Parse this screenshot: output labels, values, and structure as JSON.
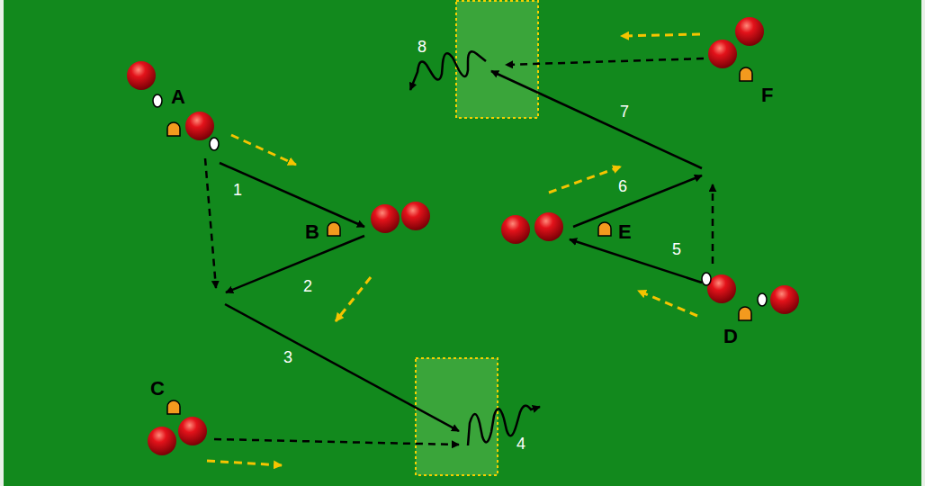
{
  "diagram": {
    "labels": [
      "A",
      "1",
      "B",
      "2",
      "3",
      "C",
      "4",
      "8",
      "F",
      "7",
      "6",
      "E",
      "5",
      "D"
    ]
  }
}
